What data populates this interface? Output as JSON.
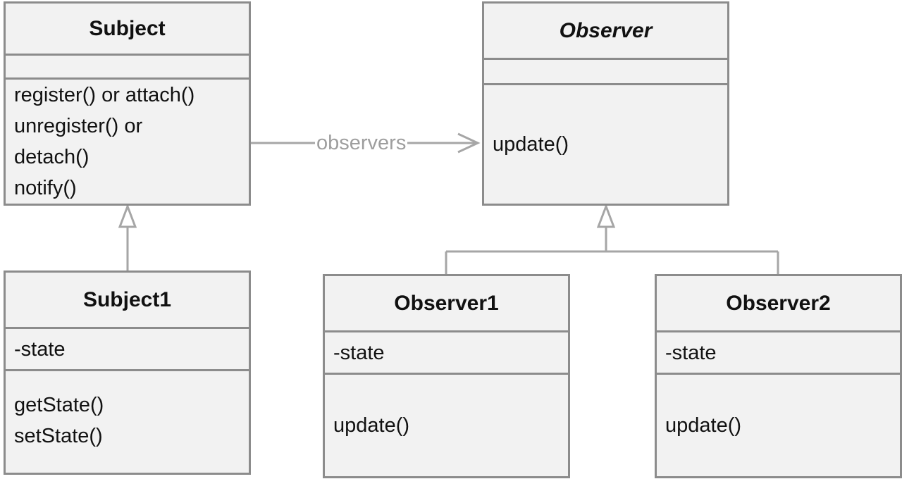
{
  "diagram": {
    "association_label": "observers",
    "classes": {
      "subject": {
        "name": "Subject",
        "attributes": [],
        "operations": [
          "register() or attach()",
          "unregister() or",
          "detach()",
          "notify()"
        ]
      },
      "observer": {
        "name": "Observer",
        "attributes": [],
        "operations": [
          "update()"
        ]
      },
      "subject1": {
        "name": "Subject1",
        "attributes": [
          "-state"
        ],
        "operations": [
          "getState()",
          "setState()"
        ]
      },
      "observer1": {
        "name": "Observer1",
        "attributes": [
          "-state"
        ],
        "operations": [
          "update()"
        ]
      },
      "observer2": {
        "name": "Observer2",
        "attributes": [
          "-state"
        ],
        "operations": [
          "update()"
        ]
      }
    },
    "colors": {
      "box_fill": "#f2f2f2",
      "box_border": "#8c8c8c",
      "connector": "#a6a6a6",
      "label": "#9e9e9e"
    }
  }
}
